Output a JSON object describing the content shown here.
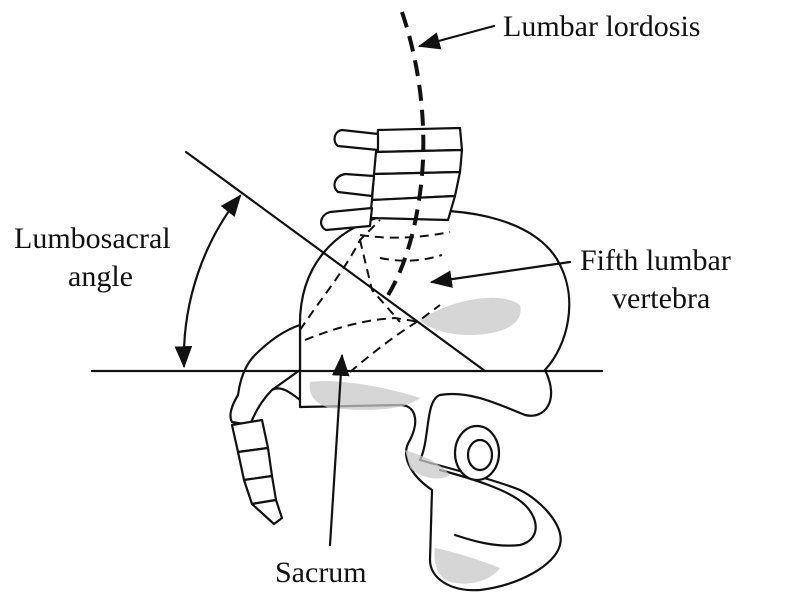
{
  "labels": {
    "lumbar_lordosis": "Lumbar lordosis",
    "lumbosacral_line1": "Lumbosacral",
    "lumbosacral_line2": "angle",
    "fifth_lumbar_line1": "Fifth lumbar",
    "fifth_lumbar_line2": "vertebra",
    "sacrum": "Sacrum"
  },
  "colors": {
    "ink": "#111111",
    "shading": "#c8c8c8",
    "background": "#ffffff"
  }
}
